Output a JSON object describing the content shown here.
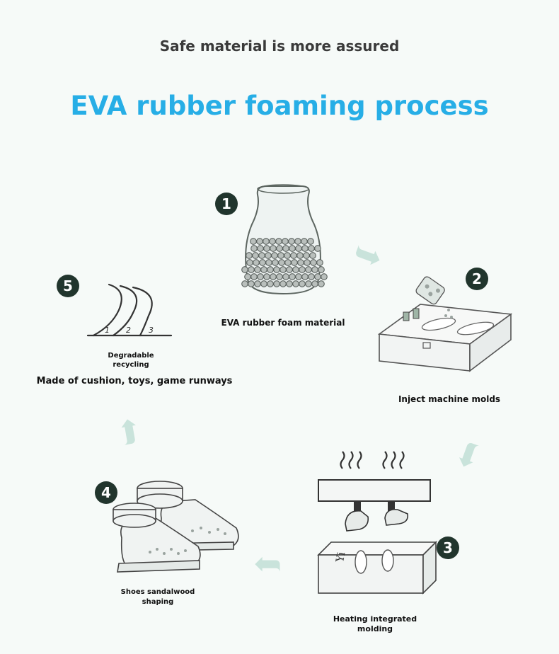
{
  "header": {
    "subtitle": "Safe material is more assured",
    "title": "EVA rubber foaming process"
  },
  "steps": [
    {
      "number": "1",
      "caption": "EVA rubber foam material",
      "icon": "bead-jar-icon"
    },
    {
      "number": "2",
      "caption": "Inject machine molds",
      "icon": "mold-icon"
    },
    {
      "number": "3",
      "caption_line1": "Heating integrated",
      "caption_line2": "molding",
      "icon": "heat-press-icon"
    },
    {
      "number": "4",
      "caption_line1": "Shoes sandalwood",
      "caption_line2": "shaping",
      "icon": "shoes-icon"
    },
    {
      "number": "5",
      "caption_line1": "Degradable",
      "caption_line2": "recycling",
      "extra": "Made of cushion, toys, game runways",
      "icon": "runway-icon"
    }
  ],
  "mold_mark": "Yi",
  "runway_lanes": [
    "1",
    "2",
    "3"
  ],
  "colors": {
    "title": "#27aee6",
    "badge": "#21352d",
    "arrow": "#c9e3db",
    "background": "#f6faf8"
  }
}
